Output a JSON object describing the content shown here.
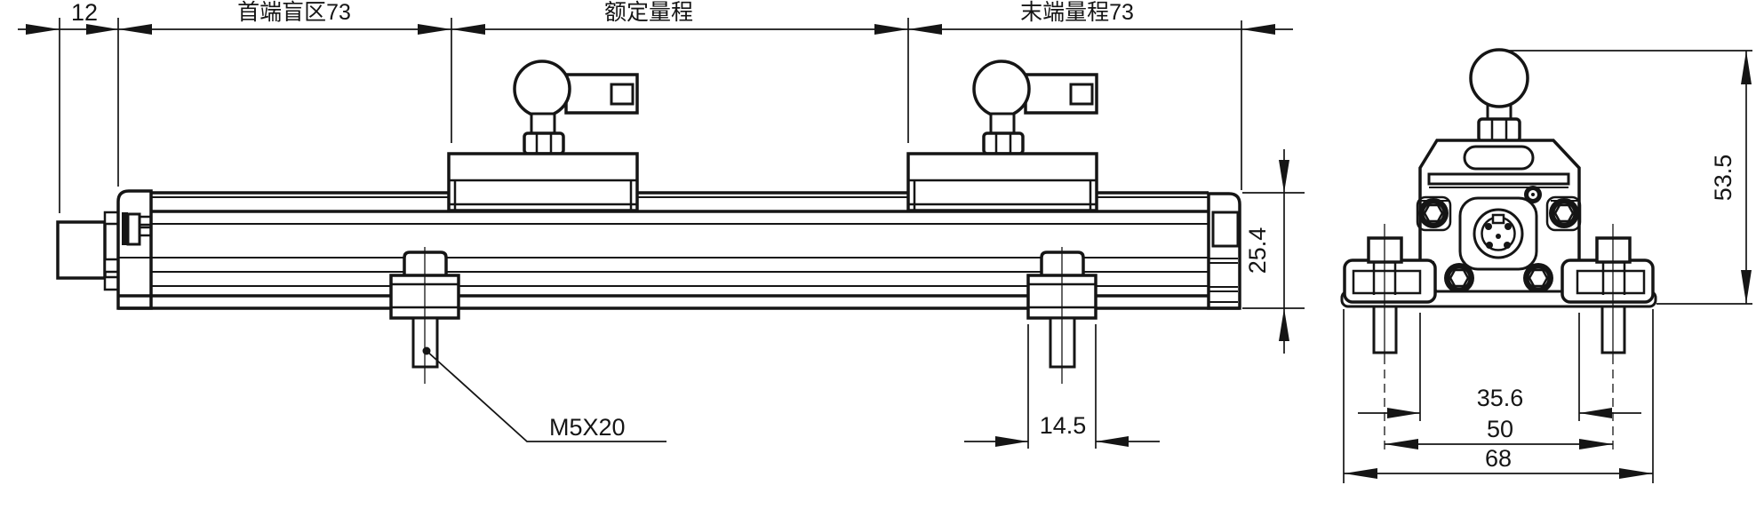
{
  "colors": {
    "ink": "#151515",
    "paper": "#ffffff"
  },
  "labels": {
    "dim_12": "12",
    "dim_head_blind_zone": "首端盲区73",
    "dim_rated_range": "额定量程",
    "dim_end_range": "末端量程73",
    "dim_profile_height": "25.4",
    "dim_clamp_width": "14.5",
    "bolt_callout": "M5X20",
    "dim_overall_height": "53.5",
    "dim_claw_span": "35.6",
    "dim_bolt_spacing": "50",
    "dim_base_width": "68"
  }
}
